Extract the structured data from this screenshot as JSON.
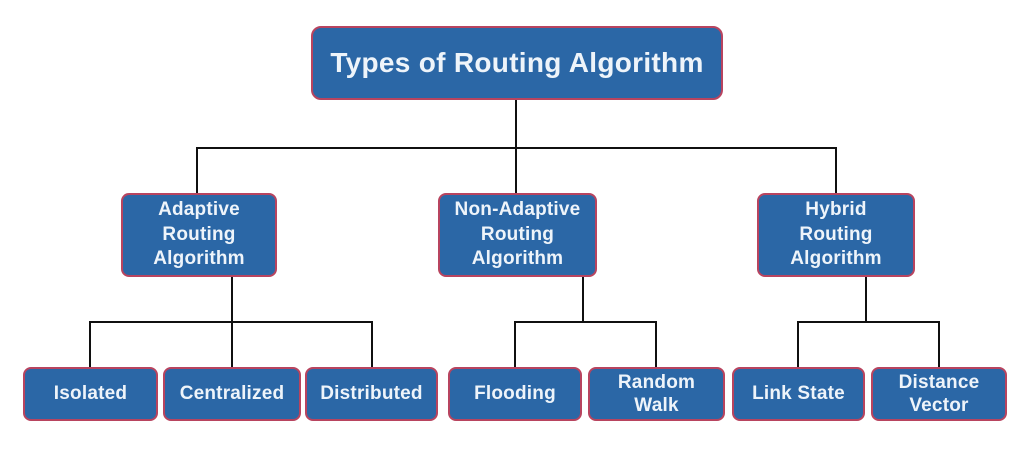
{
  "diagram": {
    "title": "Types of Routing Algorithm",
    "colors": {
      "box_fill": "#2b67a6",
      "box_border": "#b8445f",
      "box_text": "#eef4fa",
      "connector_line": "#101010",
      "background": "#ffffff"
    },
    "nodes": {
      "root": {
        "label": "Types of Routing Algorithm"
      },
      "adaptive": {
        "label": "Adaptive\nRouting\nAlgorithm"
      },
      "non_adaptive": {
        "label": "Non-Adaptive\nRouting\nAlgorithm"
      },
      "hybrid": {
        "label": "Hybrid\nRouting\nAlgorithm"
      },
      "isolated": {
        "label": "Isolated"
      },
      "centralized": {
        "label": "Centralized"
      },
      "distributed": {
        "label": "Distributed"
      },
      "flooding": {
        "label": "Flooding"
      },
      "random_walk": {
        "label": "Random\nWalk"
      },
      "link_state": {
        "label": "Link State"
      },
      "distance_vector": {
        "label": "Distance\nVector"
      }
    },
    "hierarchy": [
      {
        "parent": "Types of Routing Algorithm",
        "children": [
          {
            "parent": "Adaptive Routing Algorithm",
            "children": [
              "Isolated",
              "Centralized",
              "Distributed"
            ]
          },
          {
            "parent": "Non-Adaptive Routing Algorithm",
            "children": [
              "Flooding",
              "Random Walk"
            ]
          },
          {
            "parent": "Hybrid Routing Algorithm",
            "children": [
              "Link State",
              "Distance Vector"
            ]
          }
        ]
      }
    ]
  }
}
